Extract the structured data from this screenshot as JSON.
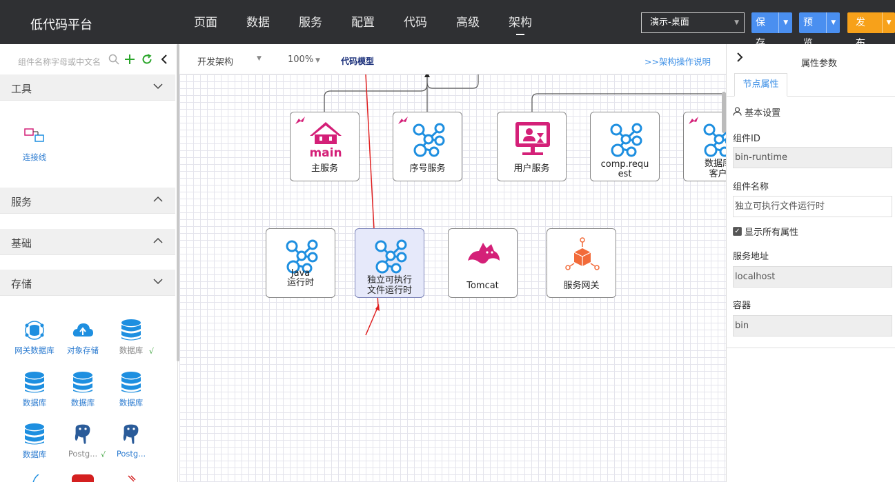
{
  "app": {
    "title": "低代码平台"
  },
  "nav": [
    {
      "label": "页面"
    },
    {
      "label": "数据"
    },
    {
      "label": "服务"
    },
    {
      "label": "配置"
    },
    {
      "label": "代码"
    },
    {
      "label": "高级"
    },
    {
      "label": "架构",
      "active": true
    }
  ],
  "header": {
    "env_select": "演示-桌面",
    "save_label": "保存",
    "preview_label": "预览",
    "publish_label": "发布"
  },
  "left": {
    "search_placeholder": "组件名称字母或中文名",
    "sections": {
      "tools": "工具",
      "services": "服务",
      "basics": "基础",
      "storage": "存储"
    },
    "tool_items": [
      {
        "label": "连接线",
        "icon": "connector-icon"
      }
    ],
    "storage_items": [
      {
        "label": "网关数据库",
        "icon": "gateway-db-icon"
      },
      {
        "label": "对象存储",
        "icon": "cloud-upload-icon"
      },
      {
        "label": "数据库",
        "icon": "database-icon",
        "checked": true
      },
      {
        "label": "数据库",
        "icon": "database-icon"
      },
      {
        "label": "数据库",
        "icon": "database-icon"
      },
      {
        "label": "数据库",
        "icon": "database-icon"
      },
      {
        "label": "数据库",
        "icon": "database-icon"
      },
      {
        "label": "Postg...",
        "icon": "postgres-icon",
        "checked": true
      },
      {
        "label": "Postg...",
        "icon": "postgres-icon"
      }
    ],
    "check_mark": "√"
  },
  "canvas": {
    "arch_select": "开发架构",
    "zoom": "100%",
    "code_model": "代码模型",
    "help_link": ">>架构操作说明",
    "nodes_row1": [
      {
        "label": "主服务",
        "icon": "main-house-icon"
      },
      {
        "label": "序号服务",
        "icon": "molecule-icon"
      },
      {
        "label": "用户服务",
        "icon": "user-monitor-icon"
      },
      {
        "label": "comp.requ est",
        "icon": "molecule-icon"
      },
      {
        "label": "数据库客户",
        "icon": "molecule-icon"
      }
    ],
    "nodes_row2": [
      {
        "label": "Java运行时",
        "icon": "molecule-icon"
      },
      {
        "label": "独立可执行文件运行时",
        "icon": "molecule-icon",
        "selected": true
      },
      {
        "label": "Tomcat",
        "icon": "tomcat-icon"
      },
      {
        "label": "服务网关",
        "icon": "gateway-icon"
      }
    ],
    "labels": {
      "n1": "主服务",
      "n2": "序号服务",
      "n3": "用户服务",
      "n4a": "comp.requ",
      "n4b": "est",
      "n5a": "数据库",
      "n5b": "客户",
      "m1a": "Java",
      "m1b": "运行时",
      "m2a": "独立可执行",
      "m2b": "文件运行时",
      "m3": "Tomcat",
      "m4": "服务网关",
      "main_logo": "main"
    }
  },
  "right": {
    "title": "属性参数",
    "tab": "节点属性",
    "section": "基本设置",
    "fields": {
      "component_id_label": "组件ID",
      "component_id": "bin-runtime",
      "component_name_label": "组件名称",
      "component_name": "独立可执行文件运行时",
      "show_all": "显示所有属性",
      "service_addr_label": "服务地址",
      "service_addr": "localhost",
      "container_label": "容器",
      "container": "bin"
    }
  },
  "colors": {
    "topbar": "#2f3033",
    "primary_button": "#4a8ff0",
    "publish_button": "#f7a11a",
    "icon_blue": "#1e8fe0",
    "magenta": "#d42078",
    "selected_node": "#e6e9fa",
    "annotation_arrow": "#e02020"
  }
}
